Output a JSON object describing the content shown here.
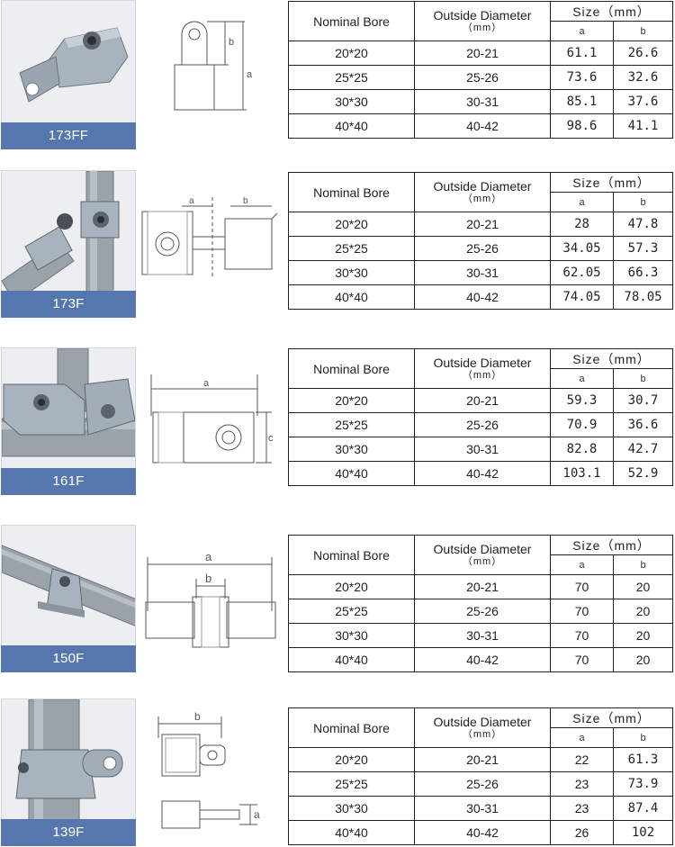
{
  "table_headers": {
    "nominal_bore": "Nominal Bore",
    "outside_diameter": "Outside Diameter",
    "od_unit": "（mm）",
    "size": "Size（mm）",
    "a": "a",
    "b": "b"
  },
  "drawing_labels": {
    "a": "a",
    "b": "b",
    "c": "c"
  },
  "products": [
    {
      "model": "173FF",
      "rows": [
        {
          "bore": "20*20",
          "od": "20-21",
          "a": "61.1",
          "b": "26.6"
        },
        {
          "bore": "25*25",
          "od": "25-26",
          "a": "73.6",
          "b": "32.6"
        },
        {
          "bore": "30*30",
          "od": "30-31",
          "a": "85.1",
          "b": "37.6"
        },
        {
          "bore": "40*40",
          "od": "40-42",
          "a": "98.6",
          "b": "41.1"
        }
      ]
    },
    {
      "model": "173F",
      "rows": [
        {
          "bore": "20*20",
          "od": "20-21",
          "a": "28",
          "b": "47.8"
        },
        {
          "bore": "25*25",
          "od": "25-26",
          "a": "34.05",
          "b": "57.3"
        },
        {
          "bore": "30*30",
          "od": "30-31",
          "a": "62.05",
          "b": "66.3"
        },
        {
          "bore": "40*40",
          "od": "40-42",
          "a": "74.05",
          "b": "78.05"
        }
      ]
    },
    {
      "model": "161F",
      "rows": [
        {
          "bore": "20*20",
          "od": "20-21",
          "a": "59.3",
          "b": "30.7"
        },
        {
          "bore": "25*25",
          "od": "25-26",
          "a": "70.9",
          "b": "36.6"
        },
        {
          "bore": "30*30",
          "od": "30-31",
          "a": "82.8",
          "b": "42.7"
        },
        {
          "bore": "40*40",
          "od": "40-42",
          "a": "103.1",
          "b": "52.9"
        }
      ]
    },
    {
      "model": "150F",
      "rows": [
        {
          "bore": "20*20",
          "od": "20-21",
          "a": "70",
          "b": "20"
        },
        {
          "bore": "25*25",
          "od": "25-26",
          "a": "70",
          "b": "20"
        },
        {
          "bore": "30*30",
          "od": "30-31",
          "a": "70",
          "b": "20"
        },
        {
          "bore": "40*40",
          "od": "40-42",
          "a": "70",
          "b": "20"
        }
      ]
    },
    {
      "model": "139F",
      "rows": [
        {
          "bore": "20*20",
          "od": "20-21",
          "a": "22",
          "b": "61.3"
        },
        {
          "bore": "25*25",
          "od": "25-26",
          "a": "23",
          "b": "73.9"
        },
        {
          "bore": "30*30",
          "od": "30-31",
          "a": "23",
          "b": "87.4"
        },
        {
          "bore": "40*40",
          "od": "40-42",
          "a": "26",
          "b": "102"
        }
      ]
    }
  ],
  "colors": {
    "label_bar": "#5577ad",
    "metal": "#a9b3bd",
    "tube": "#9aa2aa",
    "table_border": "#1f1f1f"
  }
}
